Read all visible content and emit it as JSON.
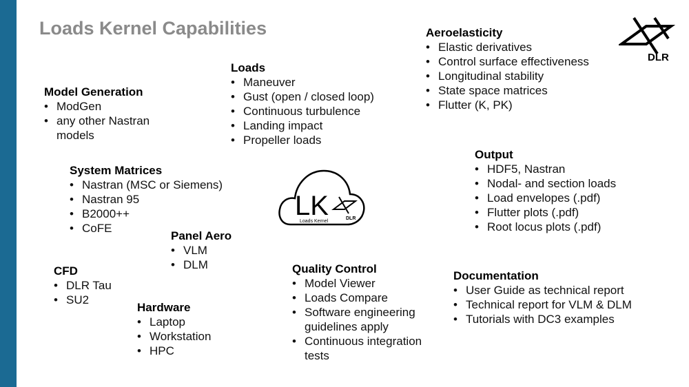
{
  "slide": {
    "title": "Loads Kernel Capabilities"
  },
  "logos": {
    "dlr_text": "DLR",
    "lk_text": "LK",
    "lk_subtitle": "Loads Kernel",
    "lk_dlr_text": "DLR",
    "brand_blue": "#1b6a93"
  },
  "sections": {
    "aeroelasticity": {
      "title": "Aeroelasticity",
      "items": [
        "Elastic derivatives",
        "Control surface effectiveness",
        "Longitudinal stability",
        "State space matrices",
        "Flutter (K, PK)"
      ]
    },
    "loads": {
      "title": "Loads",
      "items": [
        "Maneuver",
        "Gust (open / closed loop)",
        "Continuous turbulence",
        "Landing impact",
        "Propeller loads"
      ]
    },
    "model_generation": {
      "title": "Model Generation",
      "items": [
        "ModGen",
        "any other Nastran models"
      ]
    },
    "output": {
      "title": "Output",
      "items": [
        "HDF5, Nastran",
        "Nodal- and section loads",
        "Load envelopes (.pdf)",
        "Flutter plots (.pdf)",
        "Root locus plots (.pdf)"
      ]
    },
    "system_matrices": {
      "title": "System Matrices",
      "items": [
        "Nastran (MSC or Siemens)",
        "Nastran 95",
        "B2000++",
        "CoFE"
      ]
    },
    "panel_aero": {
      "title": "Panel Aero",
      "items": [
        "VLM",
        "DLM"
      ]
    },
    "cfd": {
      "title": "CFD",
      "items": [
        "DLR Tau",
        "SU2"
      ]
    },
    "quality_control": {
      "title": "Quality Control",
      "items": [
        "Model Viewer",
        "Loads Compare",
        "Software engineering guidelines apply",
        "Continuous integration tests"
      ]
    },
    "documentation": {
      "title": "Documentation",
      "items": [
        "User Guide as technical report",
        "Technical report for VLM & DLM",
        "Tutorials with DC3 examples"
      ]
    },
    "hardware": {
      "title": "Hardware",
      "items": [
        "Laptop",
        "Workstation",
        "HPC"
      ]
    }
  }
}
